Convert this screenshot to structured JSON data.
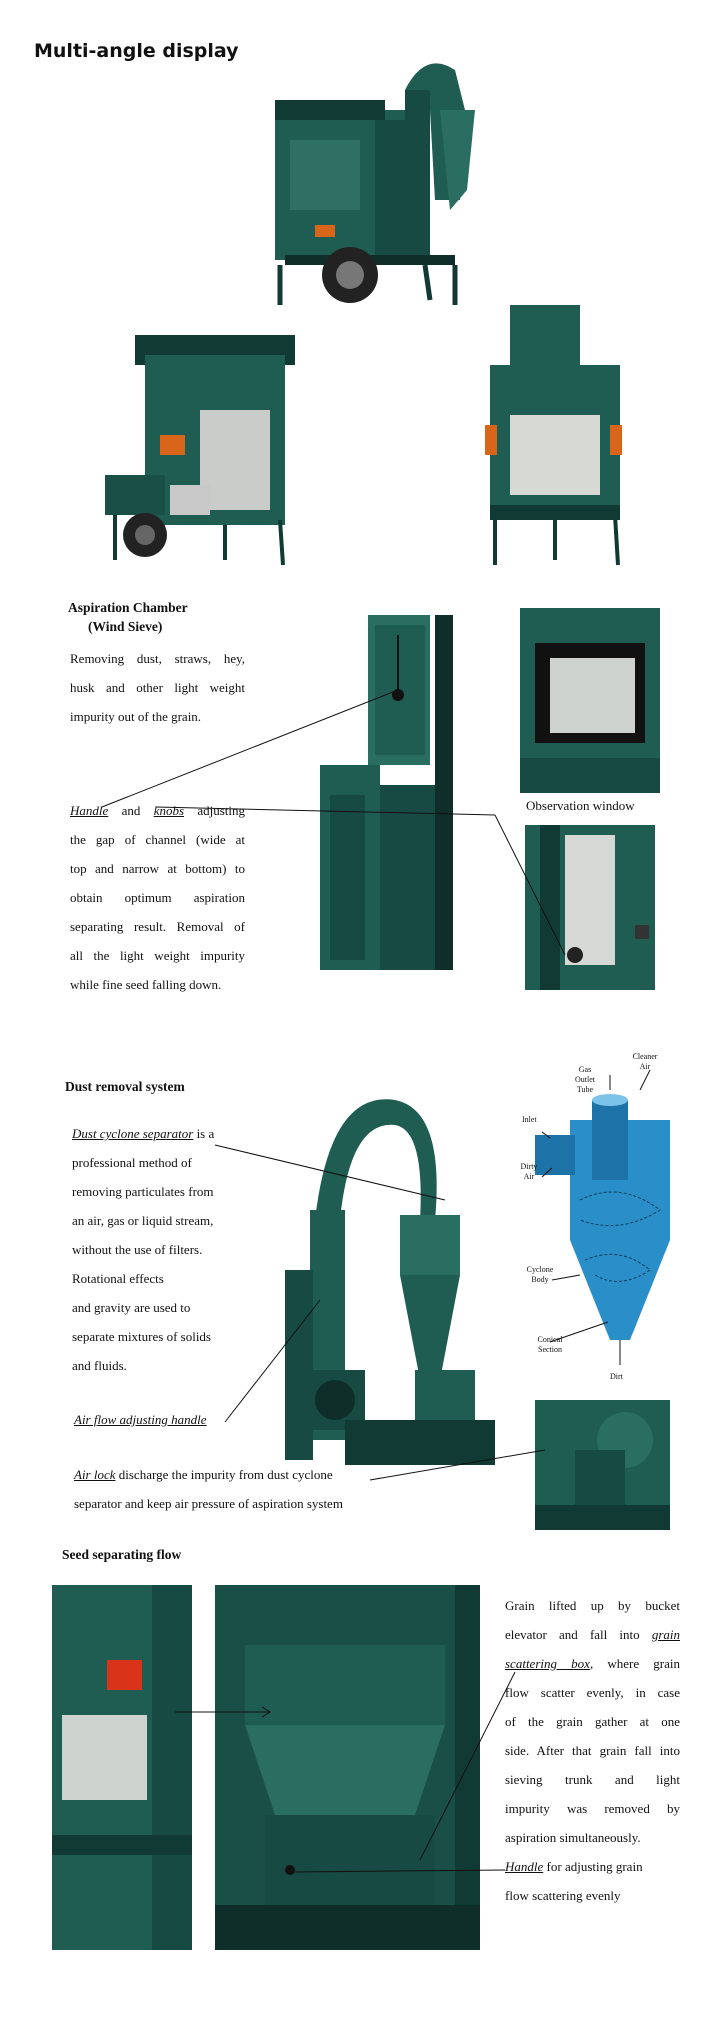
{
  "header": {
    "title": "Multi-angle display"
  },
  "aspiration": {
    "heading_line1": "Aspiration Chamber",
    "heading_line2": "(Wind Sieve)",
    "desc_lines": [
      "Removing dust, straws, hey,",
      "husk and other light weight",
      "impurity out of the grain."
    ],
    "handle_word": "Handle",
    "and_word": "and",
    "knobs_word": "knobs",
    "adjusting_word": "adjusting",
    "desc2_lines": [
      "the gap of channel (wide at",
      "top and narrow at bottom) to",
      "obtain optimum aspiration",
      "separating result. Removal of",
      "all the light weight impurity",
      "while fine seed falling down."
    ],
    "observation_label": "Observation window"
  },
  "dust": {
    "heading": "Dust removal system",
    "cyclone_link": "Dust cyclone separator",
    "cyclone_suffix": " is a",
    "lines": [
      "professional method of",
      "removing particulates from",
      "an air, gas or liquid stream,",
      "without the use of filters.",
      "Rotational effects",
      "and gravity are used to",
      "separate mixtures of solids",
      "and fluids."
    ],
    "airflow_handle": "Air flow adjusting handle",
    "airlock_word": "Air lock",
    "airlock_rest": " discharge the impurity from dust cyclone",
    "airlock_line2": "separator and keep air pressure of aspiration system",
    "diagram": {
      "gas_outlet": [
        "Gas",
        "Outlet",
        "Tube"
      ],
      "cleaner_air": [
        "Cleaner",
        "Air"
      ],
      "inlet": "Inlet",
      "dirty_air": [
        "Dirty",
        "Air"
      ],
      "cyclone_body": [
        "Cyclone",
        "Body"
      ],
      "conical_section": [
        "Conical",
        "Section"
      ],
      "dirt": "Dirt"
    }
  },
  "seed": {
    "heading": "Seed separating flow",
    "line1": "Grain lifted up by bucket",
    "line2a": "elevator and fall into ",
    "line2b": "grain",
    "line3a": "scattering box",
    "line3b": ", where grain",
    "lines_rest": [
      "flow scatter evenly, in case",
      "of the grain gather at one",
      "side. After that grain fall into",
      "sieving trunk and light",
      "impurity was removed by",
      "aspiration simultaneously."
    ],
    "handle_word": "Handle",
    "handle_rest": " for adjusting grain",
    "handle_line2": "flow scattering evenly"
  },
  "colors": {
    "machine": "#1f5c52",
    "machine_dark": "#123a34",
    "accent_orange": "#d9651a",
    "diagram_blue": "#2a8fc9"
  }
}
